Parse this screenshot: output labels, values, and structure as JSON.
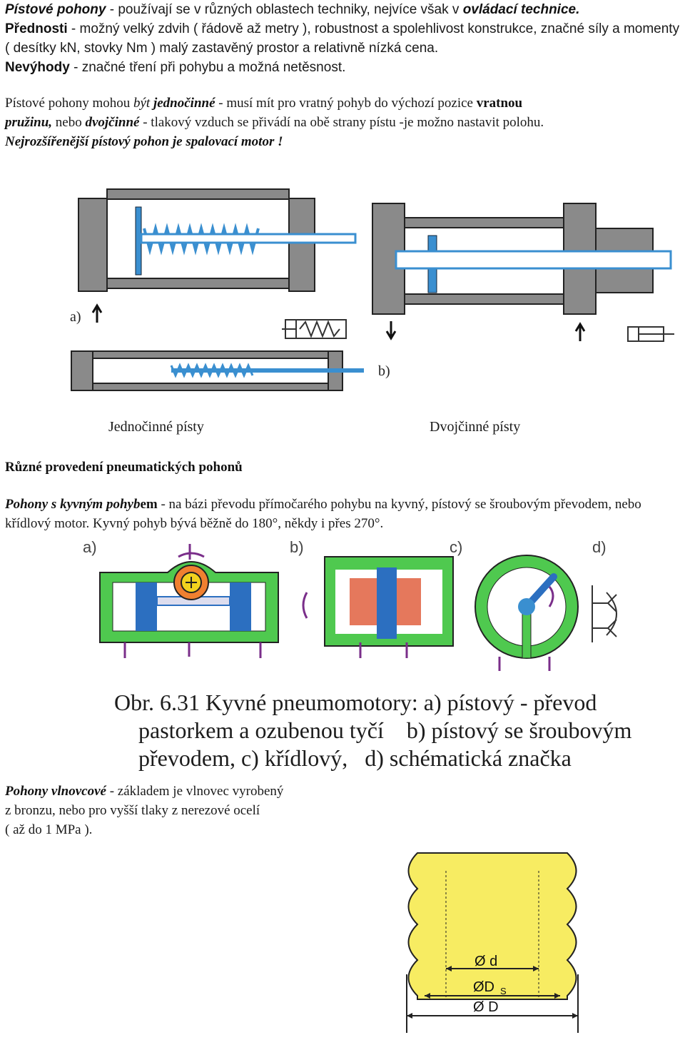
{
  "intro": {
    "l1_b1": "Pístové pohony",
    "l1_t1": " - používají se v různých oblastech techniky, nejvíce však v ",
    "l1_b2": "ovládací technice.",
    "l2_b": "Přednosti",
    "l2_t": " - možný velký zdvih ( řádově až metry ), robustnost a spolehlivost konstrukce, značné síly a momenty ( desítky kN, stovky Nm ) malý zastavěný prostor a relativně nízká cena.",
    "l3_b": "Nevýhody",
    "l3_t": " - značné tření při pohybu a možná netěsnost."
  },
  "types": {
    "t1": "Pístové pohony mohou ",
    "t1_i": "být",
    "t1_sp": " ",
    "t1_bi": "jednočinné",
    "t2": " - musí mít pro vratný pohyb do výchozí pozice ",
    "t2_b": "vratnou",
    "t3_b": "pružinu,",
    "t3": " nebo ",
    "t3_bi": "dvojčinné",
    "t4": " - tlakový vzduch se přivádí na obě strany pístu -je možno nastavit polohu.",
    "t5_bi": "Nejrozšířenější pístový pohon je spalovací motor !"
  },
  "figure1": {
    "label_a": "a)",
    "label_b": "b)",
    "caption_left": "Jednočinné písty",
    "caption_right": "Dvojčinné písty"
  },
  "heading_pneumatic": "Různé provedení pneumatických pohonů",
  "swing": {
    "bi": "Pohony s kyvným pohyb",
    "b": "em",
    "t": " - na bázi převodu přímočarého pohybu na kyvný, pístový se šroubovým převodem, nebo křídlový motor. Kyvný pohyb bývá běžně do 180°, někdy i přes 270°."
  },
  "figure2": {
    "label_a": "a)",
    "label_b": "b)",
    "label_c": "c)",
    "label_d": "d)",
    "caption_l1": "Obr. 6.31 Kyvné pneumomotory: a) pístový - převod",
    "caption_l2": "pastorkem a ozubenou tyčí    b) pístový se šroubovým",
    "caption_l3": "převodem, c) křídlový,   d) schématická značka"
  },
  "bellows": {
    "bi": "Pohony vlnovcové",
    "t1": " - základem je vlnovec vyrobený",
    "t2": "z bronzu, nebo pro vyšší tlaky z nerezové ocelí",
    "t3": "( až do 1 MPa )."
  },
  "figure3": {
    "dim_d": "Ø d",
    "dim_ds": "ØD",
    "dim_ds_sub": "S",
    "dim_D": "Ø D"
  },
  "colors": {
    "body_gray": "#8a8a8a",
    "piston_blue": "#3a8fd0",
    "swing_green": "#4fc94f",
    "piston_red": "#e06040",
    "pinion_yellow": "#f2d21e",
    "bellows_yellow": "#f7ec62"
  }
}
